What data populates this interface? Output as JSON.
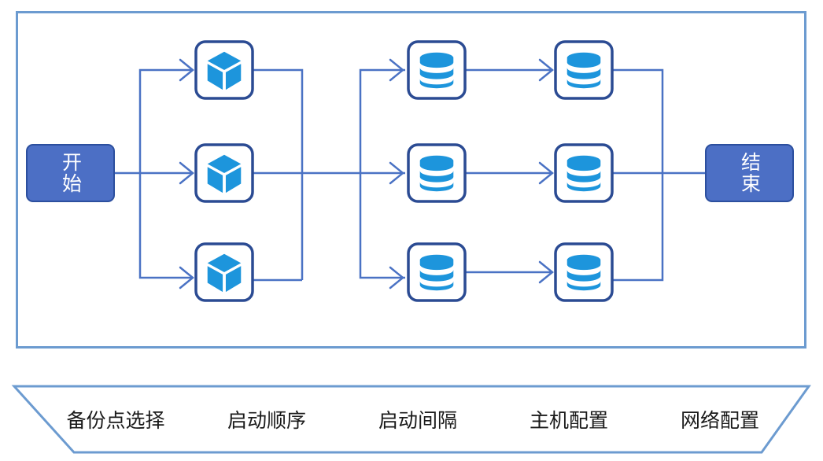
{
  "diagram": {
    "start_label": "开始",
    "end_label": "结束",
    "nodes": [
      {
        "id": "cube-1",
        "icon": "cube-icon"
      },
      {
        "id": "cube-2",
        "icon": "cube-icon"
      },
      {
        "id": "cube-3",
        "icon": "cube-icon"
      },
      {
        "id": "db-a1",
        "icon": "database-icon"
      },
      {
        "id": "db-a2",
        "icon": "database-icon"
      },
      {
        "id": "db-a3",
        "icon": "database-icon"
      },
      {
        "id": "db-b1",
        "icon": "database-icon"
      },
      {
        "id": "db-b2",
        "icon": "database-icon"
      },
      {
        "id": "db-b3",
        "icon": "database-icon"
      }
    ],
    "colors": {
      "frame": "#6c9bd0",
      "line": "#4a72c4",
      "terminal_fill": "#4c6fc5",
      "node_border": "#2b4b93",
      "icon_fill": "#1d95dc"
    }
  },
  "steps": [
    "备份点选择",
    "启动顺序",
    "启动间隔",
    "主机配置",
    "网络配置"
  ]
}
